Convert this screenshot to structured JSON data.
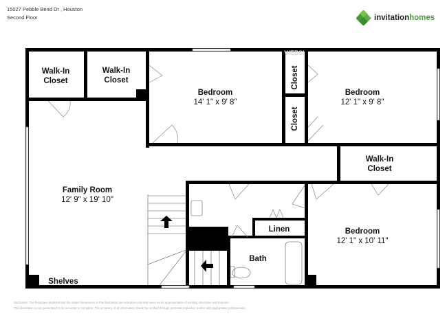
{
  "header": {
    "address": "15027 Pebble Bend Dr , Houston",
    "floor": "Second Floor"
  },
  "logo": {
    "brand_word1": "invitation",
    "brand_word2": "homes",
    "colors": [
      "#4a9a3c",
      "#7cc04b"
    ]
  },
  "rooms": {
    "walkin1": {
      "name": "Walk-In",
      "name2": "Closet"
    },
    "walkin2": {
      "name": "Walk-In",
      "name2": "Closet"
    },
    "bedroom1": {
      "name": "Bedroom",
      "dims": "14' 1\" x 9' 8\""
    },
    "closet_a": {
      "name": "Closet"
    },
    "closet_b": {
      "name": "Closet"
    },
    "bedroom2": {
      "name": "Bedroom",
      "dims": "12' 1\" x 9' 8\""
    },
    "walkin3": {
      "name": "Walk-In",
      "name2": "Closet"
    },
    "family": {
      "name": "Family Room",
      "dims": "12' 9\" x 19' 10\""
    },
    "linen": {
      "name": "Linen"
    },
    "bath": {
      "name": "Bath"
    },
    "bedroom3": {
      "name": "Bedroom",
      "dims": "12' 1\" x 10' 11\""
    },
    "shelves": {
      "name": "Shelves"
    }
  },
  "watermark": "WEBSI",
  "disclaimer": {
    "line1": "Disclaimer: The floorplans depicted and the stated dimensions in this illustration are indicative only and serve as an approximation of existing structures and features.",
    "line2": "This illustration is not guaranteed to be accurate or complete. The accuracy of all information should be verified through personal inspection and/or with appropriate professionals."
  }
}
